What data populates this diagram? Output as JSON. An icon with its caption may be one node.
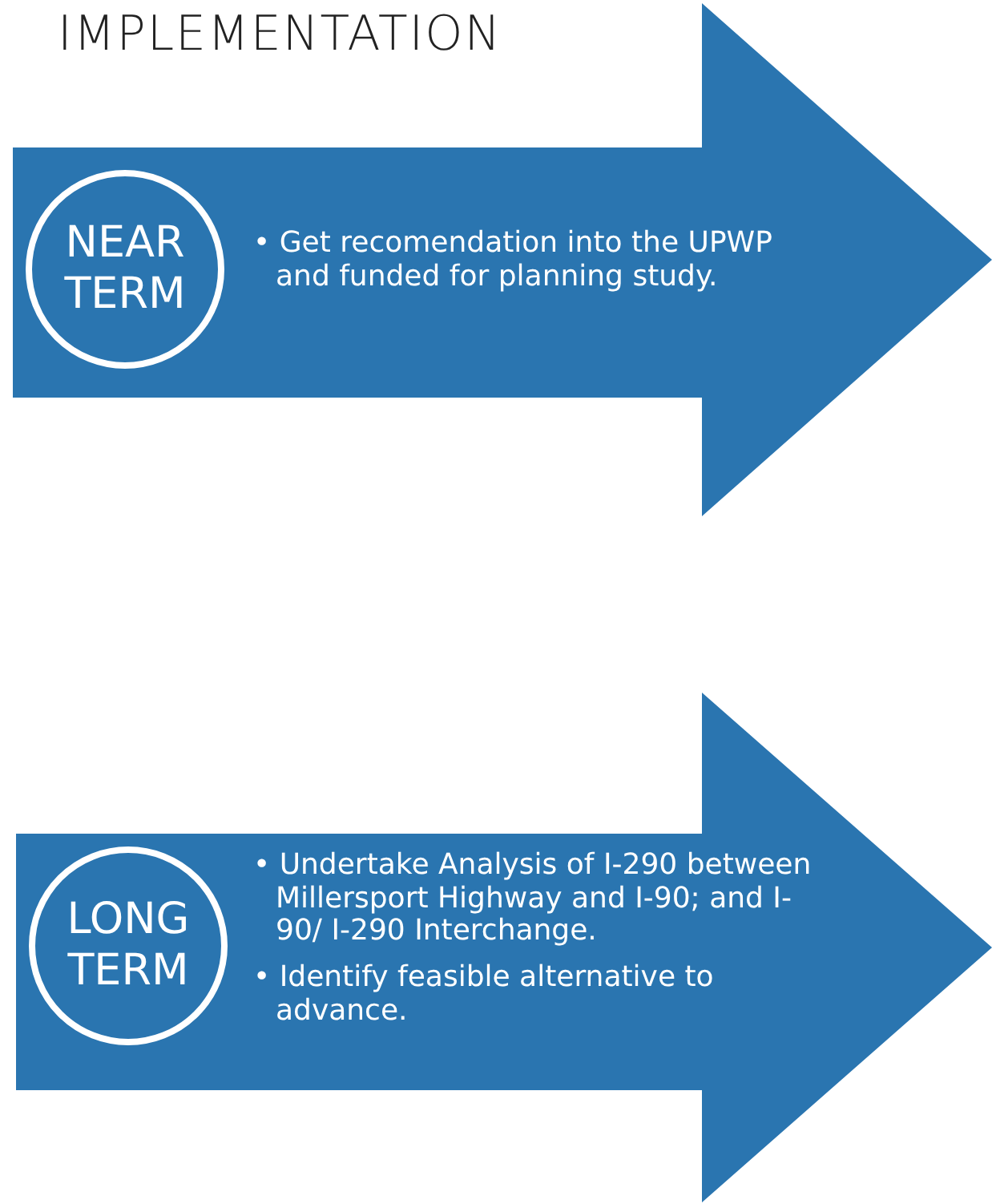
{
  "diagram": {
    "title": "IMPLEMENTATION",
    "nodes": [
      {
        "text": [
          "• Get recomendation into the UPWP and funded for planning study."
        ]
      },
      {
        "text": [
          "NEAR TERM"
        ],
        "in": 0
      },
      {
        "text": [
          "• Undertake Analysis of I-290 between Millersport Highway and I-90; and I-90/ I-290 Interchange.",
          "• Identify feasible alternative to advance."
        ]
      },
      {
        "text": [
          "LONG TERM"
        ],
        "in": 2
      }
    ]
  }
}
